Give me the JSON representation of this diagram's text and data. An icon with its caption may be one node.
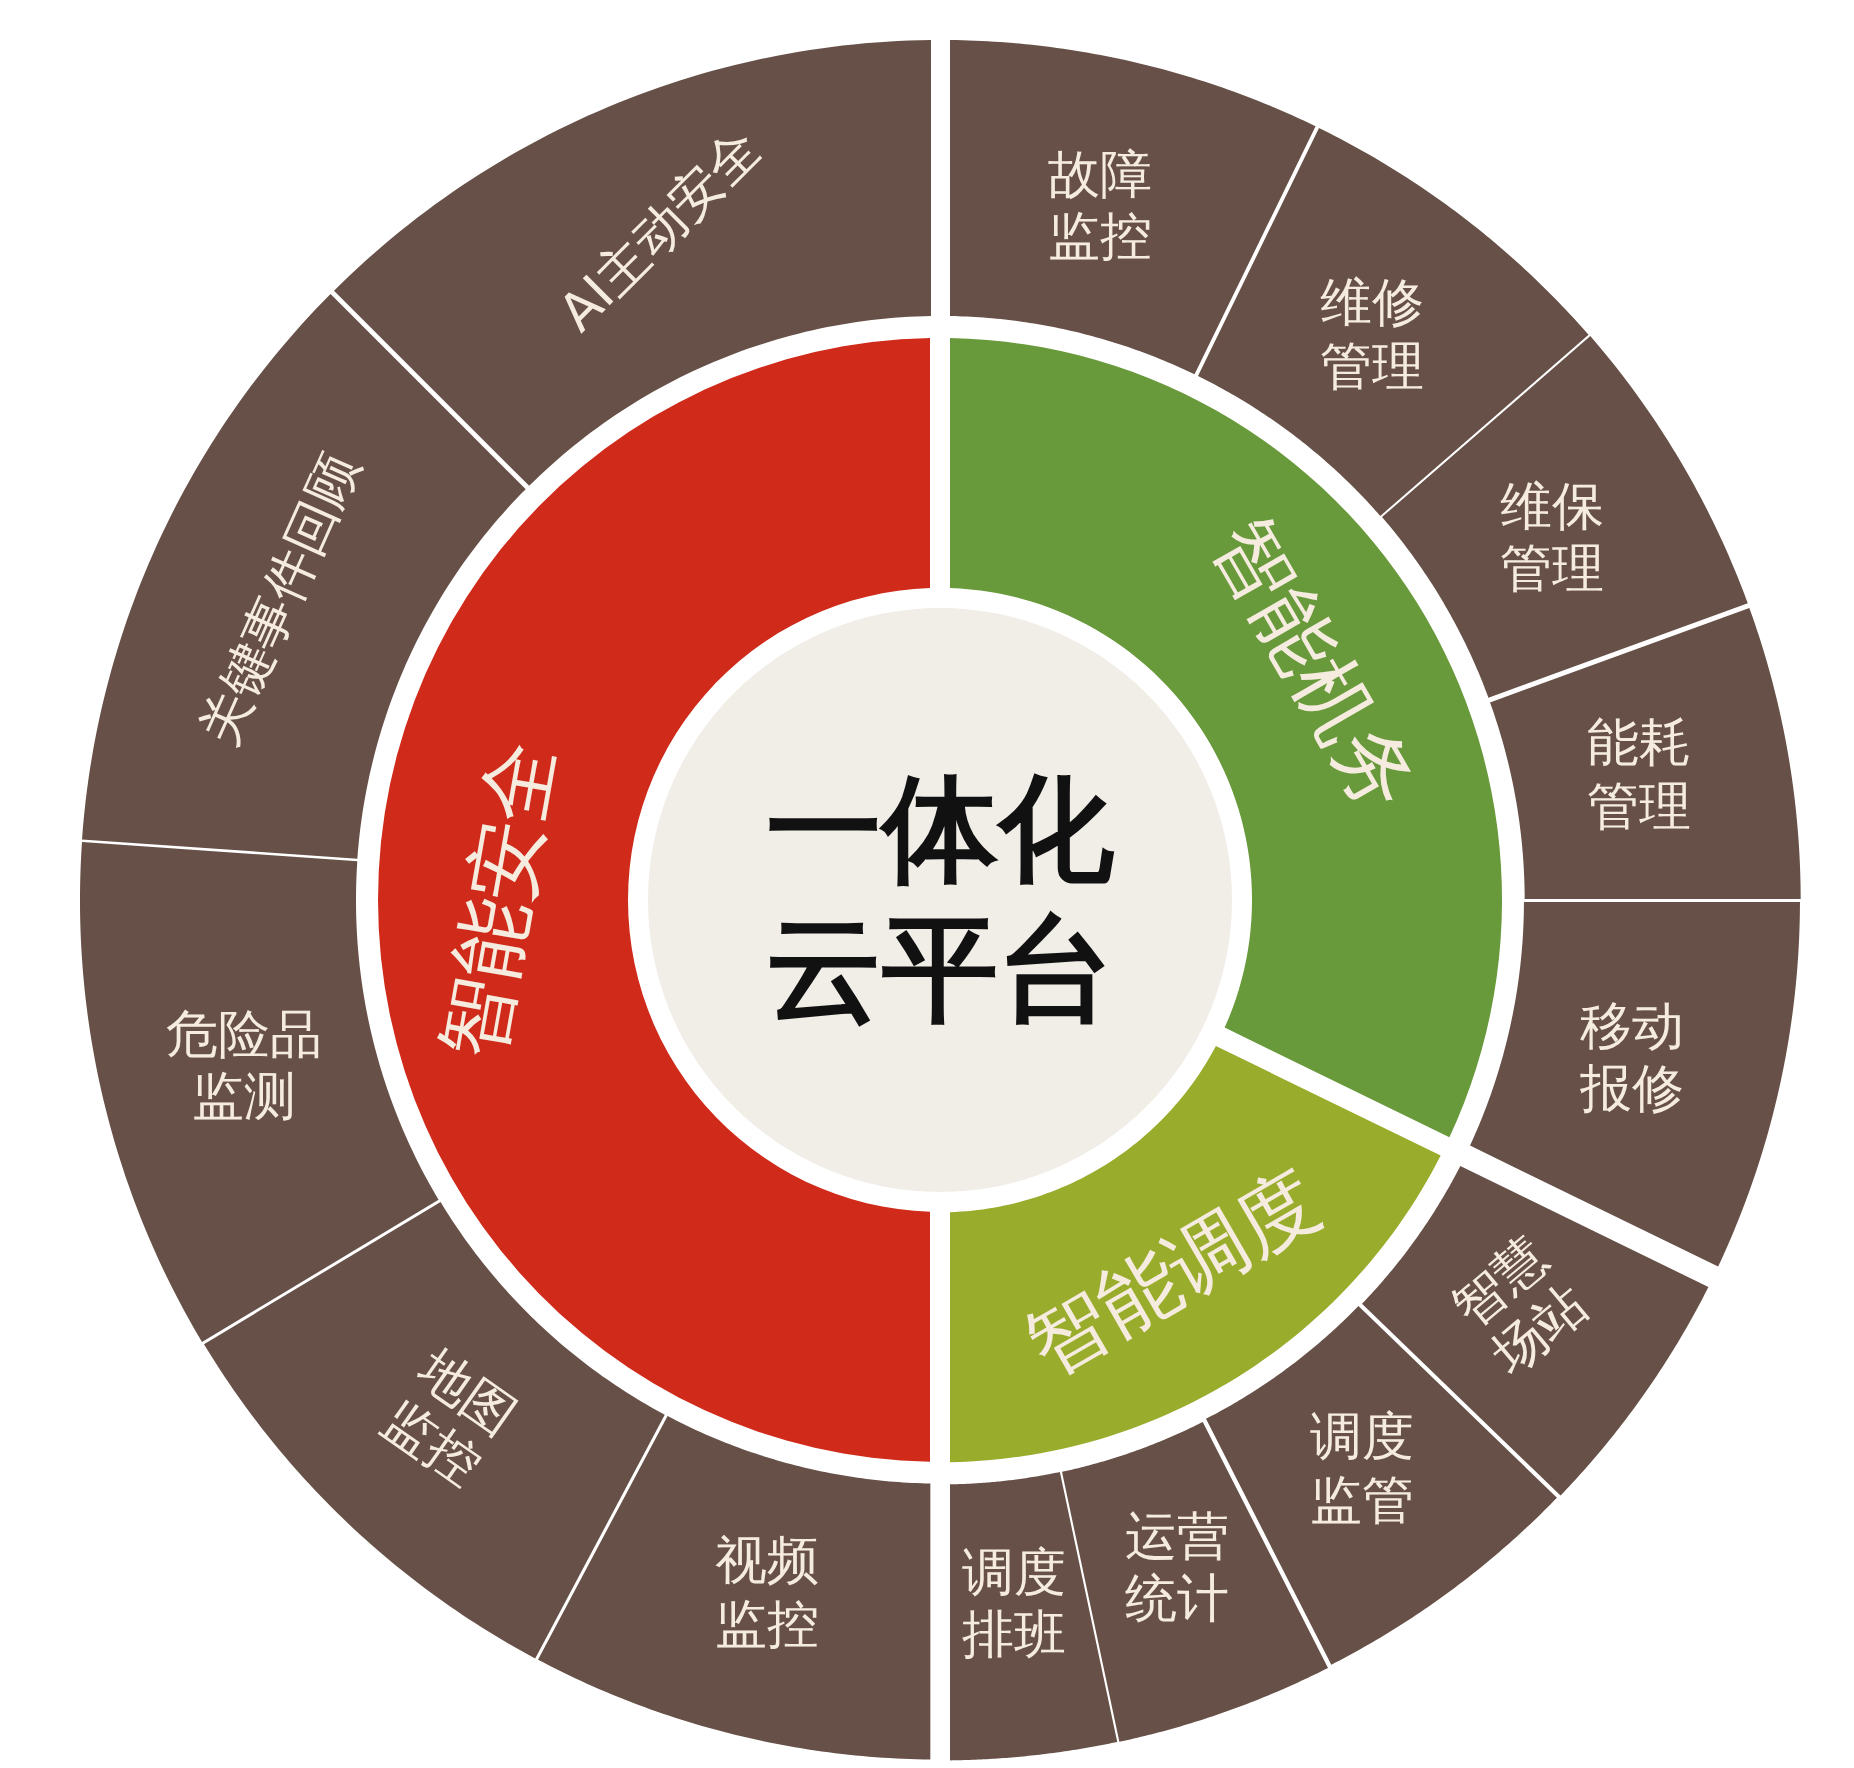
{
  "diagram": {
    "nodes": [
      {
        "text": [
          "一体化云平台"
        ]
      },
      {
        "text": [
          "智能安全"
        ]
      },
      {
        "text": [
          "智能机务"
        ]
      },
      {
        "text": [
          "智能调度"
        ]
      },
      {
        "text": [
          "AI主动安全"
        ]
      },
      {
        "text": [
          "关键事件回顾"
        ]
      },
      {
        "text": [
          "危险品监测"
        ]
      },
      {
        "text": [
          "地图监控"
        ]
      },
      {
        "text": [
          "视频监控"
        ]
      },
      {
        "text": [
          "故障监控"
        ]
      },
      {
        "text": [
          "维修管理"
        ]
      },
      {
        "text": [
          "维保管理"
        ]
      },
      {
        "text": [
          "能耗管理"
        ]
      },
      {
        "text": [
          "移动报修"
        ]
      },
      {
        "text": [
          "智慧场站"
        ]
      },
      {
        "text": [
          "调度监管"
        ]
      },
      {
        "text": [
          "运营统计"
        ]
      },
      {
        "text": [
          "调度排班"
        ]
      }
    ]
  }
}
